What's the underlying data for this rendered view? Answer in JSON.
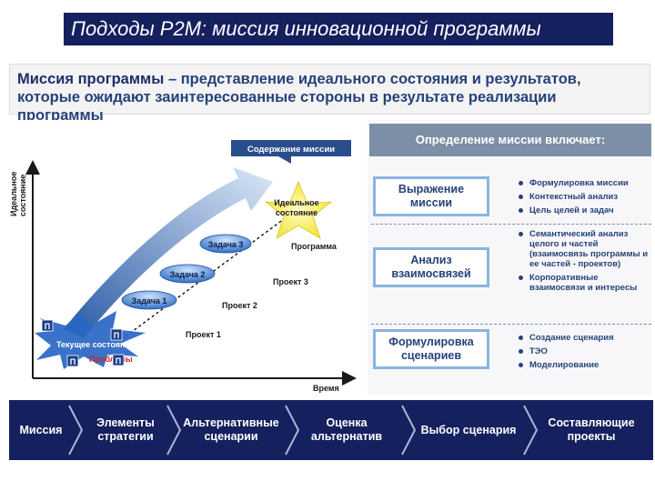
{
  "title": "Подходы P2M: миссия инновационной программы",
  "mission": {
    "term": "Миссия программы",
    "line1_rest": " – представление идеального состояния и результатов,",
    "line2": "которые ожидают заинтересованные стороны в результате реализации программы"
  },
  "chart": {
    "y_axis_line1": "Идеальное",
    "y_axis_line2": "состояние",
    "x_axis": "Время",
    "mission_content": "Содержание миссии",
    "ideal_line1": "Идеальное",
    "ideal_line2": "состояние",
    "tasks": [
      "Задача 1",
      "Задача 2",
      "Задача 3"
    ],
    "program": "Программа",
    "projects": [
      "Проект 1",
      "Проект 2",
      "Проект 3"
    ],
    "current_state": "Текущее состояние",
    "problems": "Проблемы",
    "p_markers": [
      "П",
      "П",
      "П",
      "П"
    ]
  },
  "definition": {
    "header": "Определение миссии включает:",
    "blocks": [
      {
        "label_line1": "Выражение",
        "label_line2": "миссии",
        "items": [
          "Формулировка миссии",
          "Контекстный анализ",
          "Цель целей и задач"
        ]
      },
      {
        "label_line1": "Анализ",
        "label_line2": "взаимосвязей",
        "items": [
          "Семантический анализ целого и частей (взаимосвязь программы и ее частей - проектов)",
          "Корпоративные взаимосвязи и интересы"
        ]
      },
      {
        "label_line1": "Формулировка",
        "label_line2": "сценариев",
        "items": [
          "Создание сценария",
          "ТЭО",
          "Моделирование"
        ]
      }
    ]
  },
  "process": [
    {
      "line1": "Миссия",
      "line2": ""
    },
    {
      "line1": "Элементы",
      "line2": "стратегии"
    },
    {
      "line1": "Альтернативные",
      "line2": "сценарии"
    },
    {
      "line1": "Оценка",
      "line2": "альтернатив"
    },
    {
      "line1": "Выбор сценария",
      "line2": ""
    },
    {
      "line1": "Составляющие",
      "line2": "проекты"
    }
  ],
  "colors": {
    "navy": "#15205e",
    "text_blue": "#26427a",
    "light_blue": "#8ab4e0",
    "grey_blue": "#7c8fa6",
    "star": "#f5ec3c",
    "problem_red": "#c0282a"
  }
}
